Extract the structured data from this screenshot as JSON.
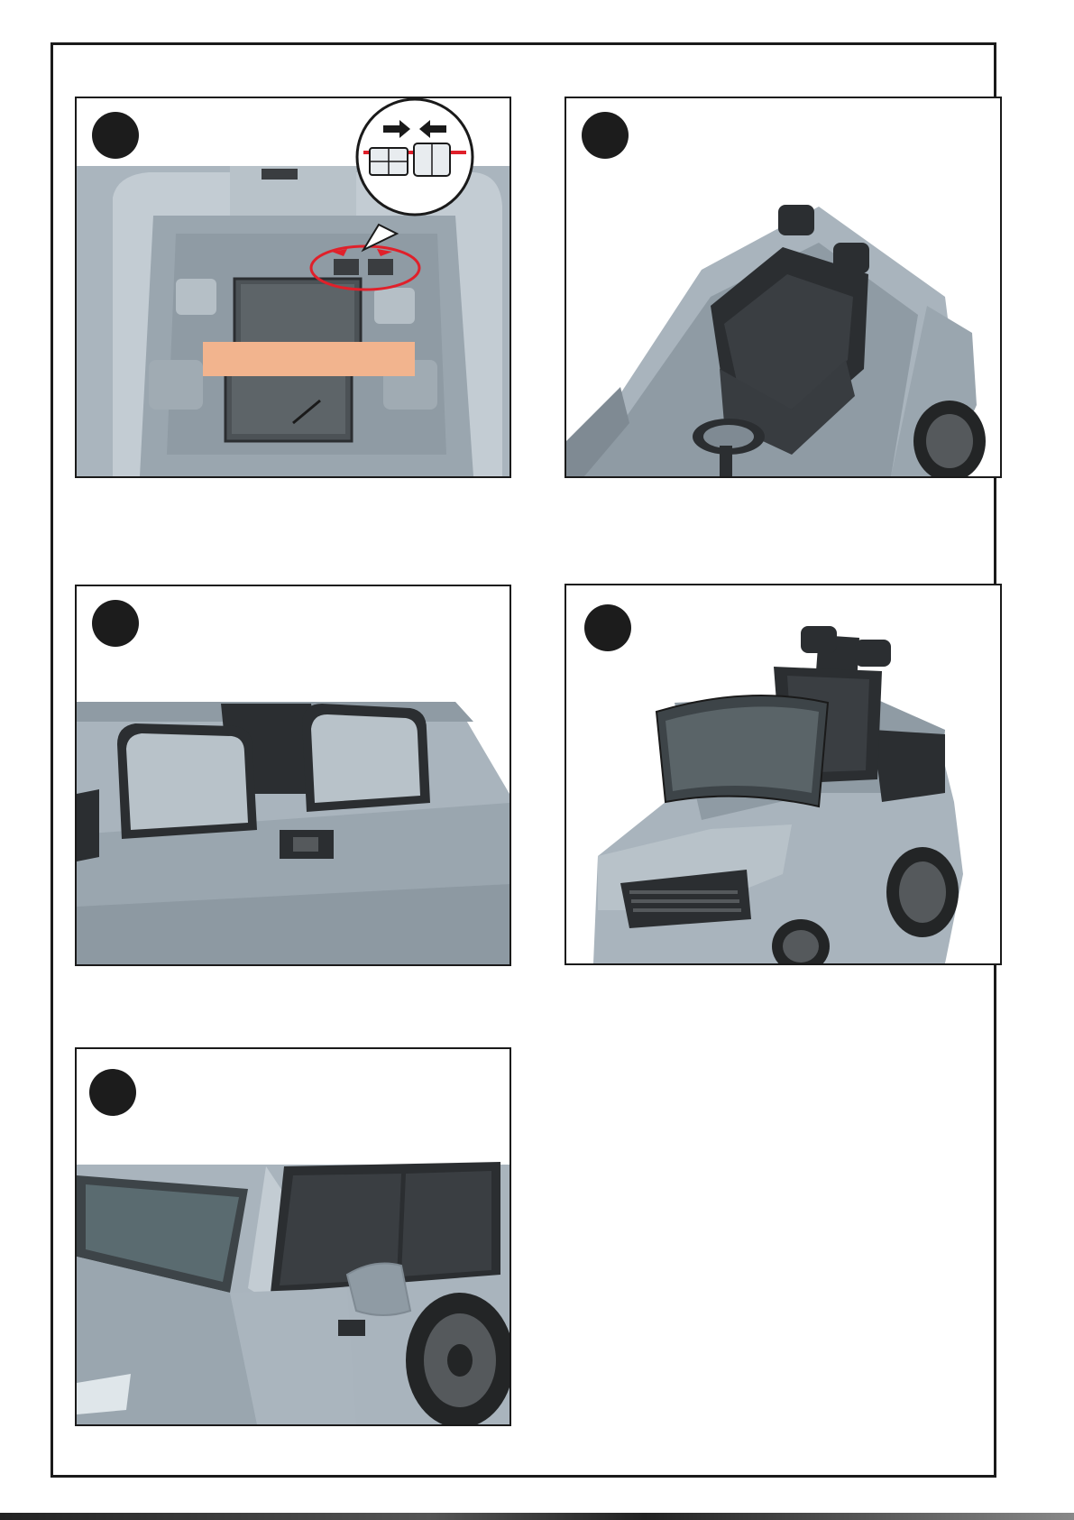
{
  "document": {
    "panels": [
      {
        "id": "panel-1",
        "step_label": ""
      },
      {
        "id": "panel-2",
        "step_label": ""
      },
      {
        "id": "panel-3",
        "step_label": ""
      },
      {
        "id": "panel-4",
        "step_label": ""
      },
      {
        "id": "panel-5",
        "step_label": ""
      }
    ]
  },
  "colors": {
    "frame": "#1a1a1a",
    "body_gray": "#a9b4bd",
    "body_gray_dark": "#7f8a93",
    "seat_black": "#2b2e31",
    "connector_red": "#e0202a",
    "battery_strap": "#f2b48e",
    "tire_black": "#232526"
  },
  "icons": [
    "connector-push-arrows-icon",
    "callout-magnifier-icon"
  ]
}
